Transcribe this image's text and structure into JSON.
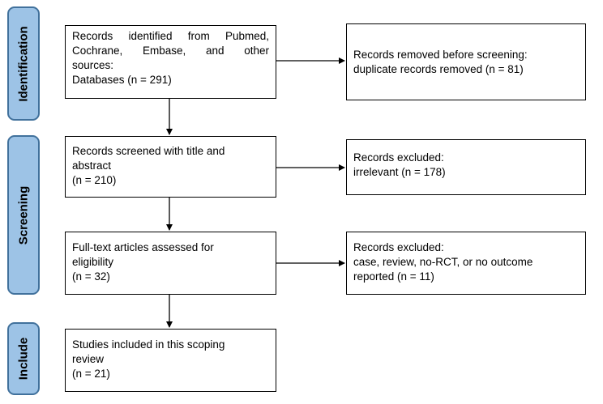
{
  "stages": {
    "identification": "Identification",
    "screening": "Screening",
    "include": "Include"
  },
  "boxes": {
    "identified": {
      "lines": [
        "Records identified from Pubmed,",
        "Cochrane, Embase, and other",
        "sources:",
        "Databases (n = 291)"
      ]
    },
    "removed": {
      "lines": [
        "Records removed before screening:",
        "duplicate records removed  (n = 81)"
      ]
    },
    "screened": {
      "lines": [
        "Records screened with title and",
        "abstract",
        "(n = 210)"
      ]
    },
    "excluded_screen": {
      "lines": [
        "Records excluded:",
        "irrelevant (n = 178)"
      ]
    },
    "fulltext": {
      "lines": [
        "Full-text articles assessed for",
        "eligibility",
        "(n = 32)"
      ]
    },
    "excluded_fulltext": {
      "lines": [
        "Records excluded:",
        "case, review, no-RCT, or no outcome",
        "reported (n = 11)"
      ]
    },
    "included": {
      "lines": [
        "Studies included in this scoping",
        "review",
        "(n = 21)"
      ]
    }
  }
}
